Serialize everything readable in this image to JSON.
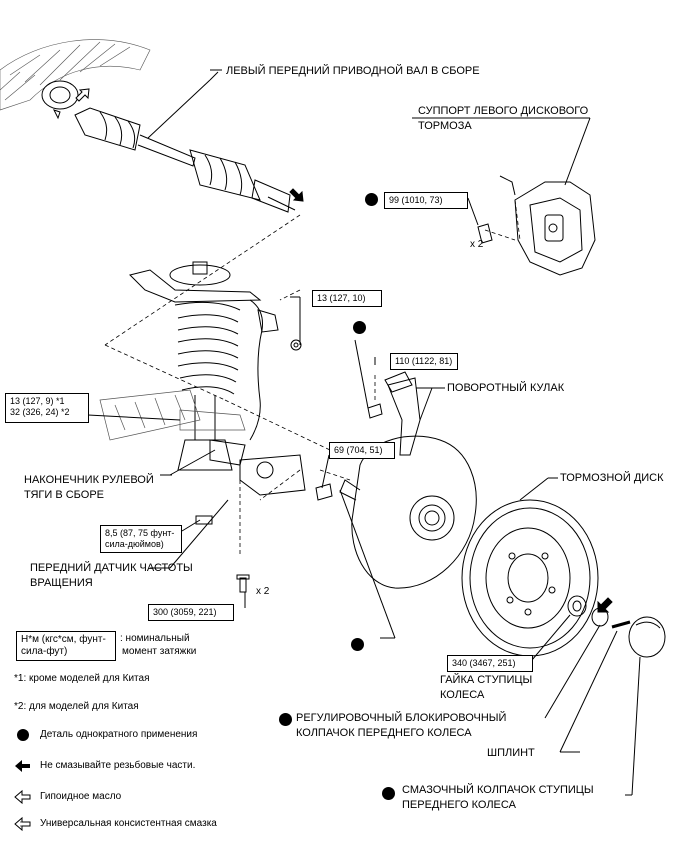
{
  "labels": {
    "drive_shaft": "ЛЕВЫЙ ПЕРЕДНИЙ ПРИВОДНОЙ ВАЛ В СБОРЕ",
    "caliper_l1": "СУППОРТ ЛЕВОГО ДИСКОВОГО",
    "caliper_l2": "ТОРМОЗА",
    "knuckle": "ПОВОРОТНЫЙ КУЛАК",
    "tie_rod_l1": "НАКОНЕЧНИК РУЛЕВОЙ",
    "tie_rod_l2": "ТЯГИ В СБОРЕ",
    "brake_disc": "ТОРМОЗНОЙ ДИСК",
    "speed_sensor_l1": "ПЕРЕДНИЙ ДАТЧИК ЧАСТОТЫ",
    "speed_sensor_l2": "ВРАЩЕНИЯ",
    "hub_nut_l1": "ГАЙКА СТУПИЦЫ",
    "hub_nut_l2": "КОЛЕСА",
    "lock_cap_l1": "РЕГУЛИРОВОЧНЫЙ БЛОКИРОВОЧНЫЙ",
    "lock_cap_l2": "КОЛПАЧОК ПЕРЕДНЕГО КОЛЕСА",
    "cotter_pin": "ШПЛИНТ",
    "grease_cap_l1": "СМАЗОЧНЫЙ КОЛПАЧОК СТУПИЦЫ",
    "grease_cap_l2": "ПЕРЕДНЕГО КОЛЕСА"
  },
  "torques": {
    "caliper": "99 (1010, 73)",
    "caliper_qty": "x 2",
    "sensor_nut": "13 (127, 10)",
    "knuckle_bolt": "110 (1122, 81)",
    "tie_rod_1": "13 (127, 9) *1",
    "tie_rod_2": "32 (326, 24) *2",
    "lower_arm": "69 (704, 51)",
    "sensor_bolt_1": "8,5 (87, 75 фунт-",
    "sensor_bolt_2": "сила-дюймов)",
    "bottom_bolt": "300 (3059, 221)",
    "bottom_qty": "x 2",
    "hub_nut": "340 (3467, 251)"
  },
  "legend": {
    "unit_1": "Н*м (кгс*см, фунт-",
    "unit_2": "сила-фут)",
    "unit_desc_1": ": номинальный",
    "unit_desc_2": "момент затяжки",
    "note1": "*1: кроме моделей для Китая",
    "note2": "*2: для моделей для Китая",
    "non_reusable": "Деталь однократного применения",
    "no_grease": "Не смазывайте резьбовые части.",
    "hypoid": "Гипоидное масло",
    "universal_grease": "Универсальная консистентная смазка"
  }
}
